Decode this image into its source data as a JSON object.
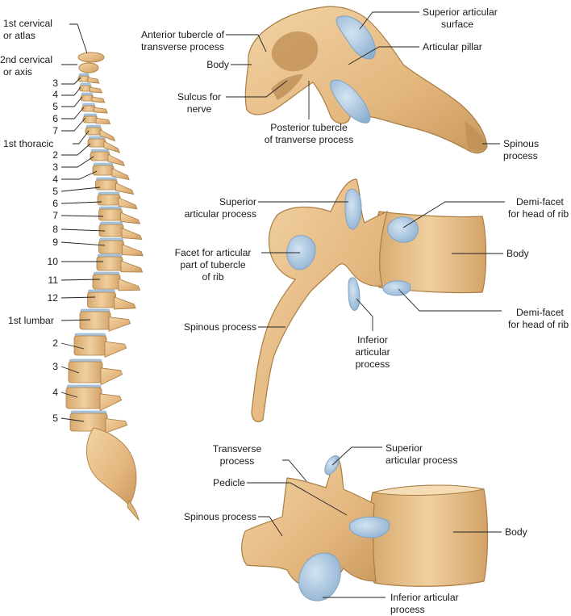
{
  "colors": {
    "bone": "#e8c18d",
    "bone_shade": "#c89a5e",
    "bone_dark": "#a87a43",
    "cartilage": "#a9c6e0",
    "cartilage_edge": "#7fa3c4",
    "leader": "#222222"
  },
  "spine": {
    "cervical": {
      "atlas": [
        "1st cervical",
        "or atlas"
      ],
      "axis": [
        "2nd cervical",
        "or axis"
      ],
      "numbers": [
        "3",
        "4",
        "5",
        "6",
        "7"
      ]
    },
    "thoracic": {
      "first": "1st thoracic",
      "numbers": [
        "2",
        "3",
        "4",
        "5",
        "6",
        "7",
        "8",
        "9",
        "10",
        "11",
        "12"
      ]
    },
    "lumbar": {
      "first": "1st lumbar",
      "numbers": [
        "2",
        "3",
        "4",
        "5"
      ]
    }
  },
  "cervical_vertebra": {
    "superior_articular_surface": [
      "Superior articular",
      "surface"
    ],
    "anterior_tubercle": [
      "Anterior tubercle of",
      "transverse process"
    ],
    "articular_pillar": "Articular pillar",
    "body": "Body",
    "sulcus": [
      "Sulcus for",
      "nerve"
    ],
    "posterior_tubercle": [
      "Posterior tubercle",
      "of tranverse process"
    ],
    "spinous_process": [
      "Spinous",
      "process"
    ]
  },
  "thoracic_vertebra": {
    "superior_articular_process": [
      "Superior",
      "articular process"
    ],
    "demi_facet_upper": [
      "Demi-facet",
      "for head of rib"
    ],
    "facet_tubercle": [
      "Facet for articular",
      "part of tubercle",
      "of rib"
    ],
    "body": "Body",
    "demi_facet_lower": [
      "Demi-facet",
      "for head of rib"
    ],
    "spinous_process": "Spinous process",
    "inferior_articular_process": [
      "Inferior",
      "articular",
      "process"
    ]
  },
  "lumbar_vertebra": {
    "transverse_process": [
      "Transverse",
      "process"
    ],
    "superior_articular_process": [
      "Superior",
      "articular process"
    ],
    "pedicle": "Pedicle",
    "spinous_process": "Spinous process",
    "body": "Body",
    "inferior_articular_process": [
      "Inferior articular",
      "process"
    ]
  }
}
